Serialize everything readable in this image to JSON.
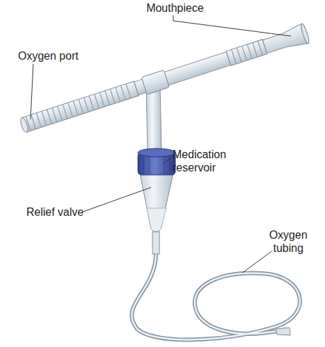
{
  "diagram": {
    "labels": [
      "Mouthpiece",
      "Oxygen port",
      "Medication reservoir",
      "Relief valve",
      "Oxygen tubing"
    ]
  }
}
